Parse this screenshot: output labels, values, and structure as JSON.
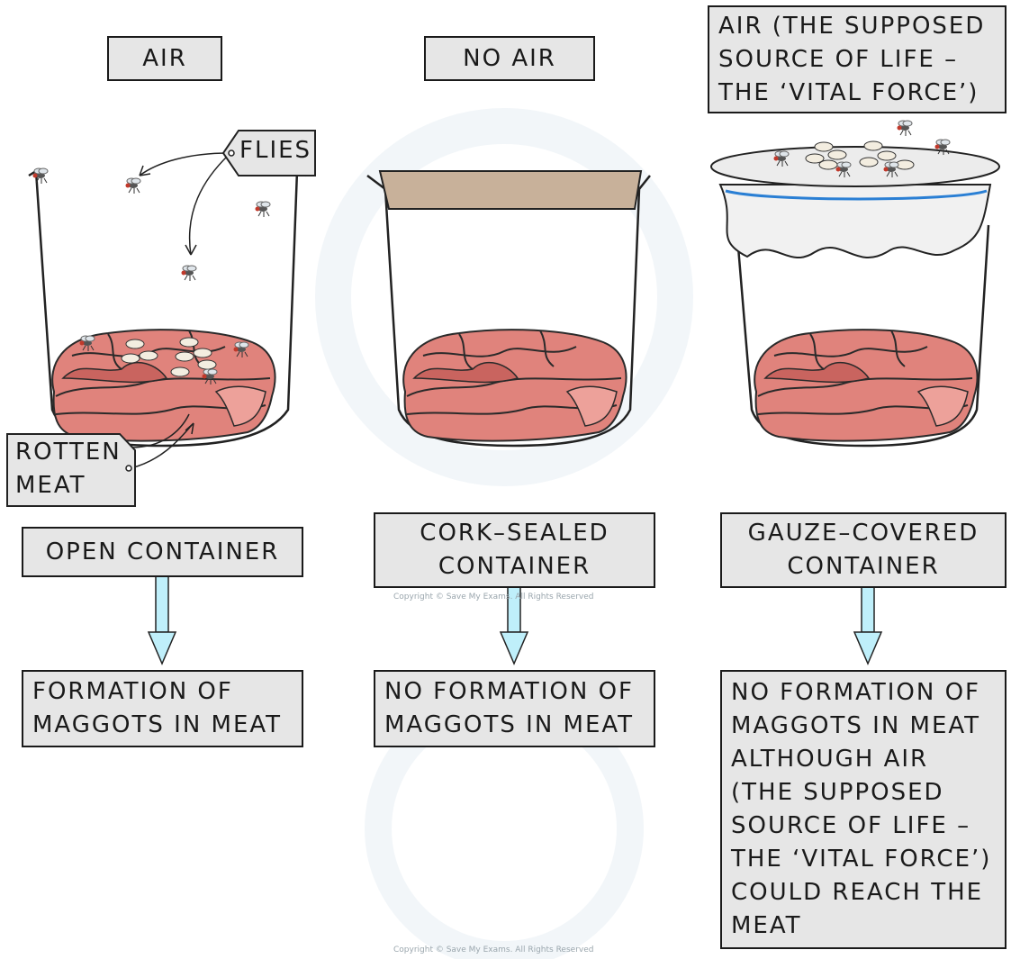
{
  "labels": {
    "air": "AIR",
    "no_air": "NO AIR",
    "vital_force": [
      "AIR (THE SUPPOSED",
      "SOURCE OF LIFE –",
      "THE ‘VITAL FORCE’)"
    ],
    "flies": "FLIES",
    "rotten_meat": [
      "ROTTEN",
      "MEAT"
    ]
  },
  "containers": [
    {
      "name": "OPEN CONTAINER",
      "lines": [
        "OPEN CONTAINER"
      ],
      "result": [
        "FORMATION OF",
        "MAGGOTS IN MEAT"
      ]
    },
    {
      "name": "CORK-SEALED CONTAINER",
      "lines": [
        "CORK–SEALED",
        "CONTAINER"
      ],
      "result": [
        "NO FORMATION OF",
        "MAGGOTS IN MEAT"
      ]
    },
    {
      "name": "GAUZE-COVERED CONTAINER",
      "lines": [
        "GAUZE–COVERED",
        "CONTAINER"
      ],
      "result": [
        "NO FORMATION OF",
        "MAGGOTS IN MEAT",
        "ALTHOUGH AIR",
        "(THE SUPPOSED",
        "SOURCE OF LIFE –",
        "THE ‘VITAL FORCE’)",
        "COULD REACH THE",
        "MEAT"
      ]
    }
  ],
  "credits": [
    "Copyright © Save My Exams. All Rights Reserved",
    "Copyright © Save My Exams. All Rights Reserved"
  ],
  "colors": {
    "box_fill": "#e6e6e6",
    "meat": "#e0837c",
    "meat_dark": "#c9645f",
    "cork": "#c8b19a",
    "gauze_band": "#2a7fd4",
    "arrow": "#bfeffa"
  }
}
